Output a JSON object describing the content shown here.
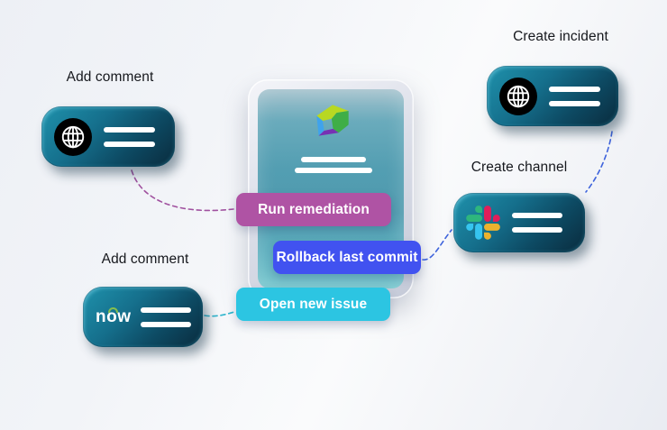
{
  "diagram": {
    "cards": [
      {
        "caption": "Add comment",
        "icon": "globe"
      },
      {
        "caption": "Create incident",
        "icon": "globe"
      },
      {
        "caption": "Create channel",
        "icon": "slack"
      },
      {
        "caption": "Add comment",
        "icon": "servicenow",
        "logo_text": "now"
      }
    ],
    "actions": [
      {
        "label": "Run remediation",
        "color": "#AF53A4"
      },
      {
        "label": "Rollback last commit",
        "color": "#4152F0"
      },
      {
        "label": "Open new issue",
        "color": "#2CC5E2"
      }
    ],
    "connectors": [
      {
        "id": "web-card-to-run-remediation",
        "color": "#A0519F"
      },
      {
        "id": "servicenow-card-to-open-new-issue",
        "color": "#2FB5CD"
      },
      {
        "id": "rollback-to-slack-card",
        "color": "#3E63DC"
      },
      {
        "id": "create-incident-to-slack-card",
        "color": "#3E63DC"
      }
    ],
    "colors": {
      "card_teal_light": "#1F92AC",
      "card_teal_dark": "#0A2B3D",
      "slack": {
        "blue": "#36C5F0",
        "green": "#2EB67D",
        "red": "#E01E5A",
        "yellow": "#ECB22E"
      },
      "cube": {
        "top": "#B8D822",
        "right": "#3FAE47",
        "left": "#3FA3EC",
        "bottom": "#7731B3"
      },
      "servicenow_green": "#86BF4E"
    }
  }
}
